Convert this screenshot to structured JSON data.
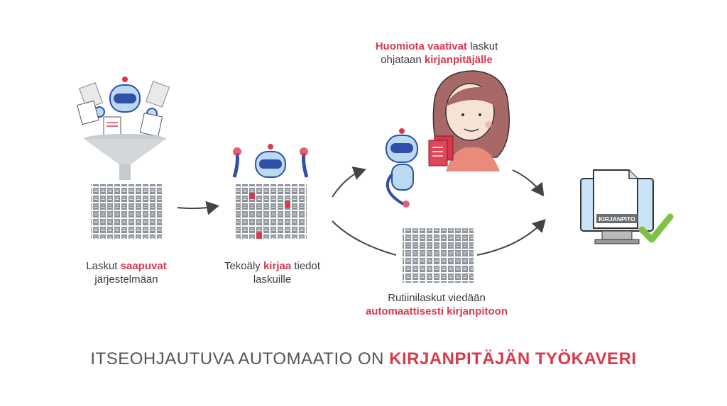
{
  "steps": [
    {
      "pre": "Laskut ",
      "hl": "saapuvat",
      "post": "",
      "line2": "järjestelmään"
    },
    {
      "pre": "Tekoäly ",
      "hl": "kirjaa",
      "post": " tiedot",
      "line2": "laskuille"
    }
  ],
  "attention": {
    "hl1": "Huomiota vaativat",
    "post1": " laskut",
    "pre2": "ohjataan ",
    "hl2": "kirjanpitäjälle"
  },
  "routine": {
    "line1": "Rutiinilaskut viedään",
    "hl": "automaattisesti kirjanpitoon"
  },
  "monitor_label": "KIRJANPITO",
  "caption": {
    "pre": "ITSEOHJAUTUVA AUTOMAATIO ON ",
    "hl": "KIRJANPITÄJÄN TYÖKAVERI"
  },
  "colors": {
    "accent": "#d8394d",
    "robot_blue": "#2f4fa8",
    "robot_light": "#bcd9f2",
    "doc_grey": "#9aa0a6",
    "check_green": "#7cc243"
  }
}
